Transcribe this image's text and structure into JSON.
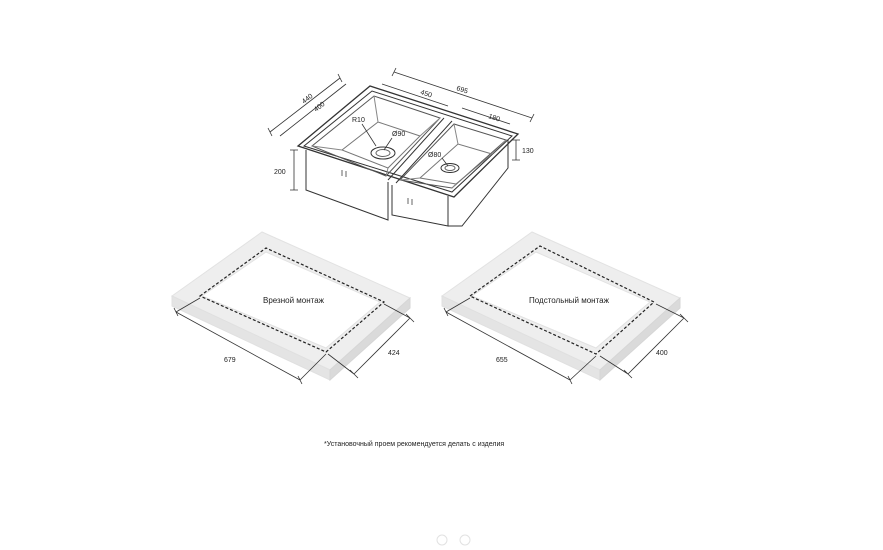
{
  "sink": {
    "dims": {
      "depth_total": "440",
      "depth_bowl": "400",
      "width_total": "695",
      "width_left_bowl": "450",
      "width_right_bowl": "180",
      "height_right_bowl": "130",
      "height_left_bowl": "200",
      "radius": "R10",
      "drain_large": "Ø90",
      "drain_small": "Ø80"
    }
  },
  "mount_cut": {
    "label": "Врезной монтаж",
    "width": "679",
    "depth": "424"
  },
  "mount_under": {
    "label": "Подстольный монтаж",
    "width": "655",
    "depth": "400"
  },
  "footnote": "*Установочный проем рекомендуется делать с изделия",
  "pager": {
    "dots": 2,
    "active_index": 0
  }
}
